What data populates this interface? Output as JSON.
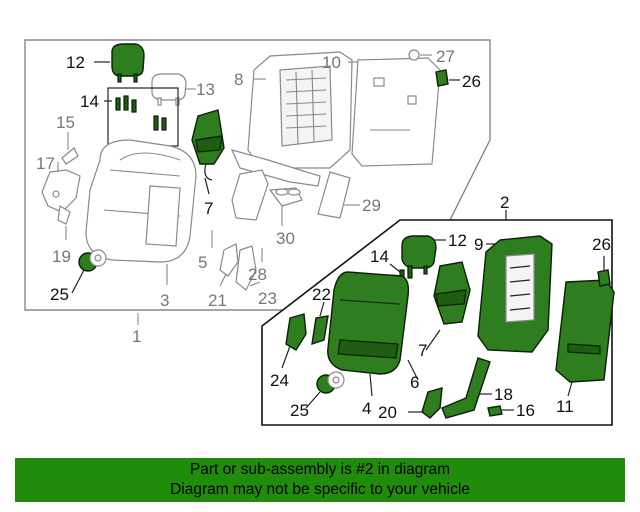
{
  "banner": {
    "line1": "Part or sub-assembly is #2 in diagram",
    "line2": "Diagram may not be specific to your vehicle"
  },
  "callouts": {
    "c1": "1",
    "c2": "2",
    "c3": "3",
    "c4": "4",
    "c5": "5",
    "c6": "6",
    "c7a": "7",
    "c7b": "7",
    "c8": "8",
    "c9": "9",
    "c10": "10",
    "c11": "11",
    "c12a": "12",
    "c12b": "12",
    "c13": "13",
    "c14a": "14",
    "c14b": "14",
    "c15": "15",
    "c16": "16",
    "c17": "17",
    "c18": "18",
    "c19": "19",
    "c20": "20",
    "c21": "21",
    "c22": "22",
    "c23": "23",
    "c24": "24",
    "c25a": "25",
    "c25b": "25",
    "c26a": "26",
    "c26b": "26",
    "c27": "27",
    "c28": "28",
    "c29": "29",
    "c30": "30"
  },
  "colors": {
    "highlight": "#2e7d1e",
    "banner_bg": "#218c0c"
  }
}
